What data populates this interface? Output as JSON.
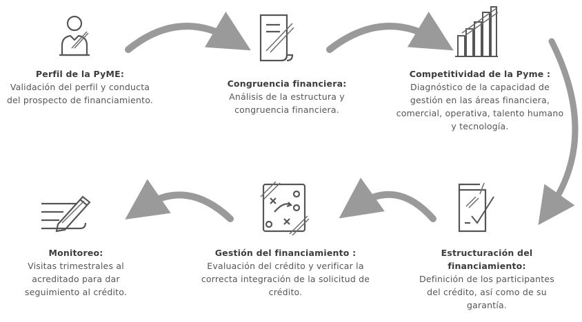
{
  "steps": [
    {
      "id": "perfil",
      "title": "Perfil de la PyME:",
      "desc": "Validación del perfil y conducta del prospecto de financiamiento.",
      "icon": "person-icon"
    },
    {
      "id": "congruencia",
      "title": "Congruencia financiera:",
      "desc": "Análisis de la estructura y congruencia financiera.",
      "icon": "document-icon"
    },
    {
      "id": "competitividad",
      "title": "Competitividad de la Pyme :",
      "desc": "Diagnóstico de la capacidad de gestión en las áreas financiera, comercial, operativa, talento humano y tecnología.",
      "icon": "bar-chart-icon"
    },
    {
      "id": "estructuracion",
      "title": "Estructuración del financiamiento:",
      "desc": "Definición de los participantes del crédito, así como de su garantía.",
      "icon": "checklist-icon"
    },
    {
      "id": "gestion",
      "title": "Gestión del financiamiento :",
      "desc": "Evaluación del crédito y verificar la correcta integración de la solicitud de crédito.",
      "icon": "strategy-board-icon"
    },
    {
      "id": "monitoreo",
      "title": "Monitoreo:",
      "desc": "Visitas trimestrales al acreditado para dar seguimiento al crédito.",
      "icon": "pencil-paper-icon"
    }
  ],
  "colors": {
    "arrow": "#9a9a9a",
    "icon": "#555555",
    "icon_hatch": "#6a6a6a",
    "text": "#4a4a4a"
  }
}
